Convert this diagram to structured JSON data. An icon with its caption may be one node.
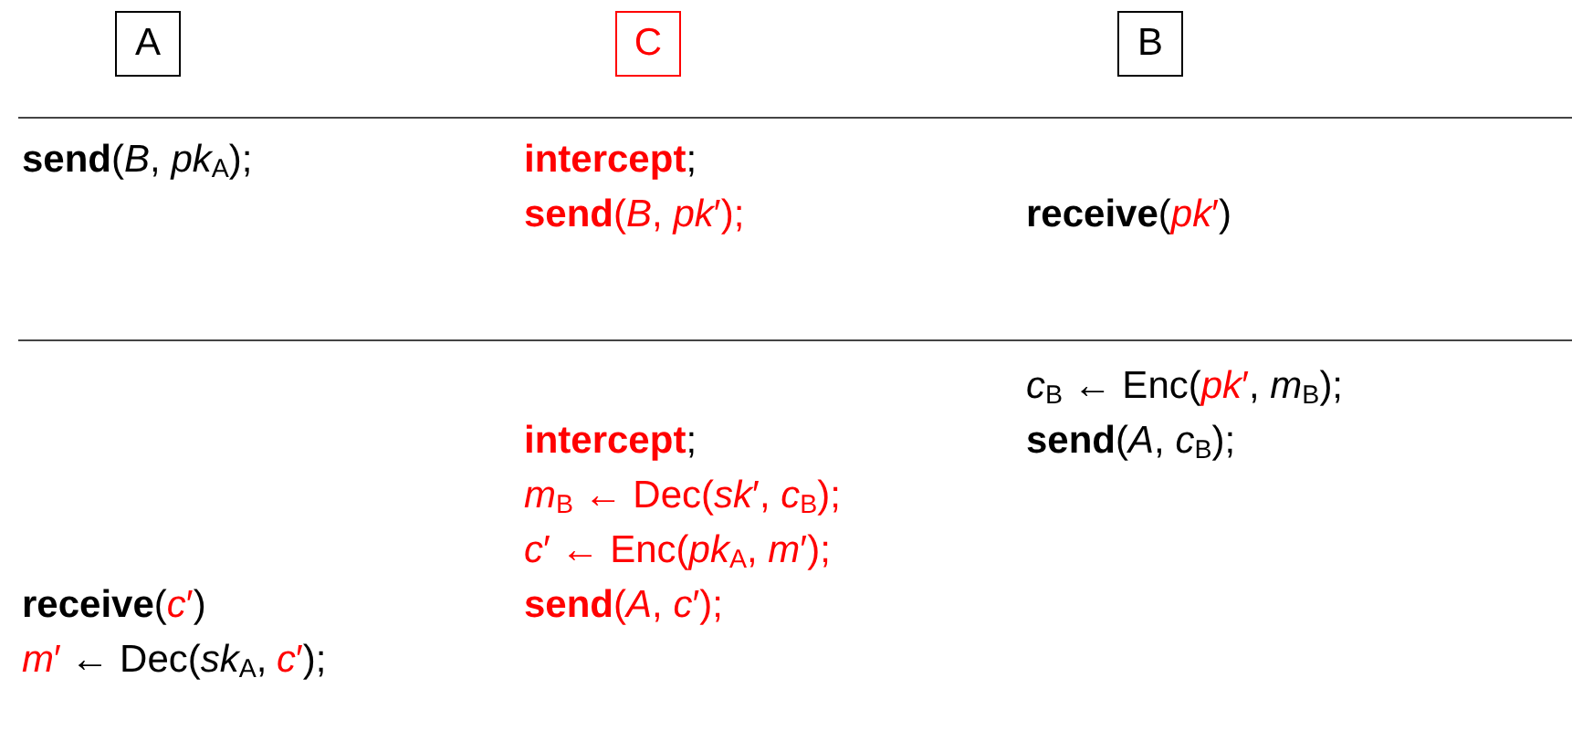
{
  "diagram": {
    "nodes": [
      {
        "text": [
          "A"
        ]
      },
      {
        "text": [
          "C"
        ]
      },
      {
        "text": [
          "B"
        ]
      }
    ],
    "labels": [
      "**send**(*B*, *pk*$_{A}$);",
      "**intercept**",
      ";",
      "**send**(*B*, *pk*′);",
      "**receive**(",
      "*pk*′",
      ")",
      "*c*$_{B}$ ← Enc(",
      "*pk*′",
      ", *m*$_{B}$);",
      "**intercept**",
      ";",
      "**send**(*A*, *c*$_{B}$);",
      "*m*$_{B}$ ← Dec(*sk*′, *c*$_{B}$);",
      "*c*′ ← Enc(*pk*$_{A}$, *m*′);",
      "**receive**(",
      "*c*′",
      ")",
      "**send**(*A*, *c*′);",
      "*m*′",
      "← Dec(*sk*$_{A}$,",
      "*c*′",
      ");"
    ]
  }
}
